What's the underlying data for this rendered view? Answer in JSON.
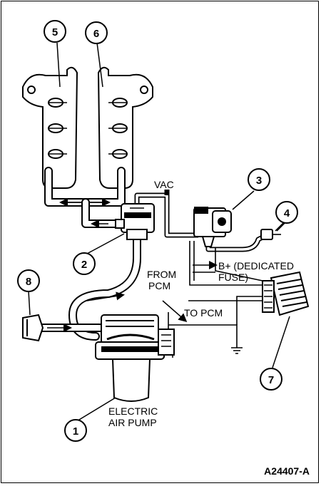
{
  "labels": {
    "vac": "VAC",
    "b_plus_line1": "B+ (DEDICATED",
    "b_plus_line2": "FUSE)",
    "from_pcm_line1": "FROM",
    "from_pcm_line2": "PCM",
    "to_pcm": "TO PCM",
    "pump_line1": "ELECTRIC",
    "pump_line2": "AIR PUMP",
    "figure_id": "A24407-A"
  },
  "callouts": [
    "1",
    "2",
    "3",
    "4",
    "5",
    "6",
    "7",
    "8"
  ]
}
